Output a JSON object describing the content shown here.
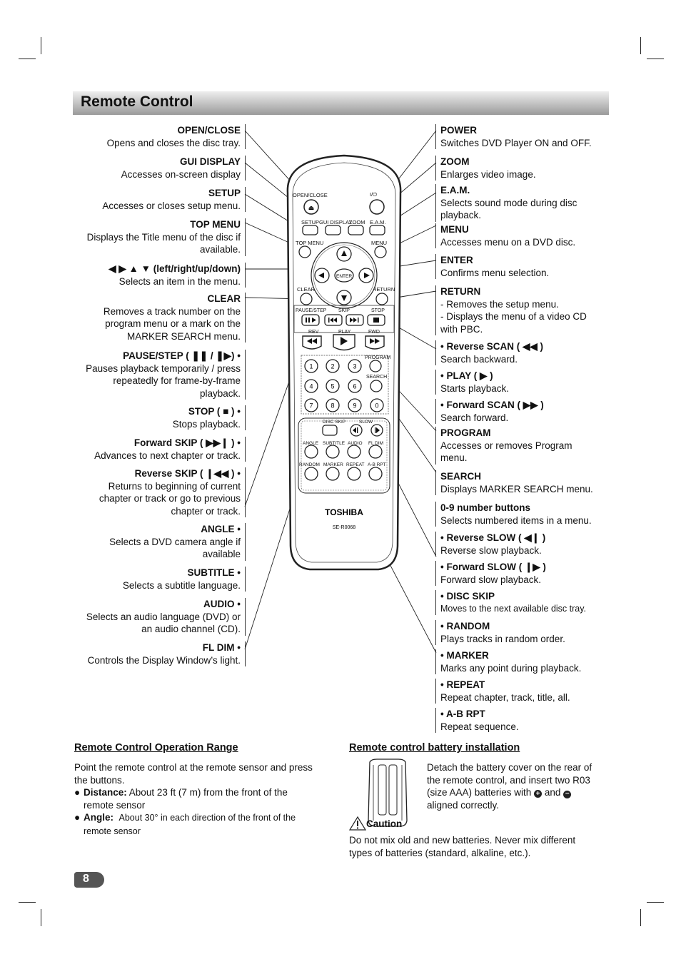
{
  "page": {
    "title": "Remote Control",
    "page_number": "8"
  },
  "left_labels": [
    {
      "name": "OPEN/CLOSE",
      "desc": [
        "Opens and closes the disc tray."
      ]
    },
    {
      "name": "GUI DISPLAY",
      "desc": [
        "Accesses on-screen display"
      ]
    },
    {
      "name": "SETUP",
      "desc": [
        "Accesses or closes setup menu."
      ]
    },
    {
      "name": "TOP MENU",
      "desc": [
        "Displays the Title menu of the disc if",
        "available."
      ]
    },
    {
      "name": "◀ ▶ ▲ ▼ (left/right/up/down)",
      "desc": [
        "Selects an item in the menu."
      ]
    },
    {
      "name": "CLEAR",
      "desc": [
        "Removes a track number on the",
        "program menu or a mark on the",
        "MARKER SEARCH menu."
      ]
    },
    {
      "name": "PAUSE/STEP ( ❚❚ / ❚▶) •",
      "desc": [
        "Pauses playback temporarily / press",
        "repeatedly for frame-by-frame",
        "playback."
      ]
    },
    {
      "name": "STOP ( ■ ) •",
      "desc": [
        "Stops playback."
      ]
    },
    {
      "name": "Forward SKIP ( ▶▶❙ ) •",
      "desc": [
        "Advances to next chapter or track."
      ]
    },
    {
      "name": "Reverse SKIP ( ❙◀◀ ) •",
      "desc": [
        "Returns to beginning of current",
        "chapter or track or go to previous",
        "chapter or track."
      ]
    },
    {
      "name": "ANGLE •",
      "desc": [
        "Selects a DVD camera angle if",
        "available"
      ]
    },
    {
      "name": "SUBTITLE •",
      "desc": [
        "Selects a subtitle language."
      ]
    },
    {
      "name": "AUDIO •",
      "desc": [
        "Selects an audio language (DVD) or",
        "an audio channel (CD)."
      ]
    },
    {
      "name": "FL DIM •",
      "desc": [
        "Controls the Display Window’s light."
      ]
    }
  ],
  "right_labels": [
    {
      "name": "POWER",
      "desc": [
        "Switches DVD Player ON and OFF."
      ]
    },
    {
      "name": "ZOOM",
      "desc": [
        "Enlarges video image."
      ]
    },
    {
      "name": "E.A.M.",
      "desc": [
        "Selects sound mode during disc",
        "playback."
      ]
    },
    {
      "name": "MENU",
      "desc": [
        "Accesses menu on a DVD disc."
      ]
    },
    {
      "name": "ENTER",
      "desc": [
        "Confirms menu selection."
      ]
    },
    {
      "name": "RETURN",
      "desc": [
        "- Removes the setup menu.",
        "- Displays the menu of a video CD",
        "   with PBC."
      ]
    },
    {
      "name": "• Reverse SCAN ( ◀◀ )",
      "desc": [
        "Search backward."
      ]
    },
    {
      "name": "• PLAY ( ▶ )",
      "desc": [
        "Starts playback."
      ]
    },
    {
      "name": "• Forward SCAN ( ▶▶ )",
      "desc": [
        "Search forward."
      ]
    },
    {
      "name": "PROGRAM",
      "desc": [
        "Accesses or removes Program",
        "menu."
      ]
    },
    {
      "name": "SEARCH",
      "desc": [
        "Displays MARKER SEARCH menu."
      ]
    },
    {
      "name": "0-9 number buttons",
      "desc": [
        "Selects numbered items in a menu."
      ]
    },
    {
      "name": "• Reverse SLOW ( ◀❙ )",
      "desc": [
        "Reverse slow playback."
      ]
    },
    {
      "name": "• Forward SLOW ( ❙▶ )",
      "desc": [
        "Forward slow playback."
      ]
    },
    {
      "name": "• DISC SKIP",
      "desc": [
        "Moves to the next available disc tray."
      ]
    },
    {
      "name": "• RANDOM",
      "desc": [
        "Plays tracks in random order."
      ]
    },
    {
      "name": "• MARKER",
      "desc": [
        "Marks any point during playback."
      ]
    },
    {
      "name": "• REPEAT",
      "desc": [
        "Repeat chapter, track, title, all."
      ]
    },
    {
      "name": "• A-B RPT",
      "desc": [
        "Repeat sequence."
      ]
    }
  ],
  "remote": {
    "brand": "TOSHIBA",
    "model": "SE-R0068",
    "labels": {
      "open_close": "OPEN/CLOSE",
      "power": "I/⏻",
      "setup": "SETUP",
      "gui": "GUI DISPLAY",
      "zoom": "ZOOM",
      "eam": "E.A.M.",
      "top_menu": "TOP MENU",
      "menu": "MENU",
      "enter": "ENTER",
      "clear": "CLEAR",
      "return": "RETURN",
      "pause_step": "PAUSE/STEP",
      "skip": "SKIP",
      "stop": "STOP",
      "rev": "REV",
      "play": "PLAY",
      "fwd": "FWD",
      "program": "PROGRAM",
      "search": "SEARCH",
      "disc_skip": "DISC SKIP",
      "slow": "SLOW",
      "angle": "ANGLE",
      "subtitle": "SUBTITLE",
      "audio": "AUDIO",
      "fl_dim": "FL DIM",
      "random": "RANDOM",
      "marker": "MARKER",
      "repeat": "REPEAT",
      "ab_rpt": "A-B RPT"
    },
    "digits": [
      "1",
      "2",
      "3",
      "4",
      "5",
      "6",
      "7",
      "8",
      "9",
      "0"
    ]
  },
  "range": {
    "heading": "Remote Control Operation Range",
    "intro": [
      "Point the remote control at the remote sensor and press",
      "the buttons."
    ],
    "distance_label": "Distance:",
    "distance_text": [
      "About 23 ft (7 m) from the front of the",
      "remote sensor"
    ],
    "angle_label": "Angle:",
    "angle_text": [
      "About 30° in each direction of the front of the",
      "remote sensor"
    ]
  },
  "battery": {
    "heading": "Remote control battery installation",
    "text": [
      "Detach the battery cover on the rear of",
      "the remote control, and insert two R03",
      "(size AAA) batteries with",
      "and",
      "aligned correctly."
    ],
    "caution_label": "Caution",
    "caution_text": [
      "Do not mix old and new batteries. Never mix different",
      "types of batteries (standard, alkaline, etc.)."
    ]
  }
}
